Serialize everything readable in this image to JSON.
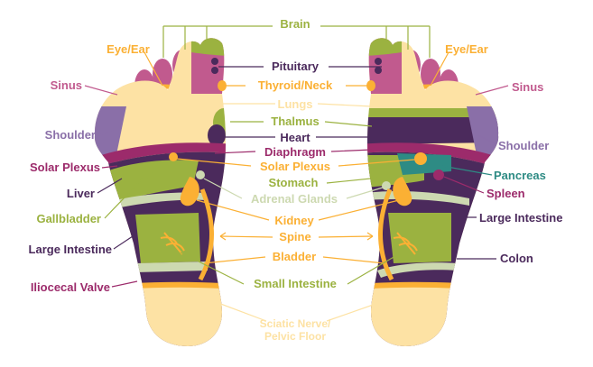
{
  "labels": {
    "brain": "Brain",
    "eye_ear_left": "Eye/Ear",
    "eye_ear_right": "Eye/Ear",
    "sinus_left": "Sinus",
    "sinus_right": "Sinus",
    "pituitary": "Pituitary",
    "thyroid_neck": "Thyroid/Neck",
    "lungs": "Lungs",
    "thalmus": "Thalmus",
    "shoulder_left": "Shoulder",
    "shoulder_right": "Shoulder",
    "heart": "Heart",
    "diaphragm": "Diaphragm",
    "solar_plexus_left": "Solar Plexus",
    "solar_plexus_center": "Solar Plexus",
    "pancreas": "Pancreas",
    "stomach": "Stomach",
    "liver": "Liver",
    "spleen": "Spleen",
    "adrenal_glands": "Adrenal Glands",
    "gallbladder": "Gallbladder",
    "kidney": "Kidney",
    "large_intestine_left": "Large Intestine",
    "large_intestine_right": "Large Intestine",
    "spine": "Spine",
    "bladder": "Bladder",
    "colon": "Colon",
    "small_intestine": "Small Intestine",
    "iliocecal_valve": "Iliocecal Valve",
    "sciatic_line1": "Sciatic Nerve/",
    "sciatic_line2": "Pelvic Floor"
  },
  "colors": {
    "skin": "#fde2a4",
    "orange": "#fbb034",
    "pink": "#c15a8e",
    "green": "#9bb240",
    "dark_purple": "#4b2a5c",
    "magenta": "#9c2b6b",
    "lavender": "#8a6fa8",
    "teal": "#2e8b84",
    "pale_green": "#cdd9b1",
    "pale_yellow": "#fde6b6",
    "gray": "#888888"
  }
}
